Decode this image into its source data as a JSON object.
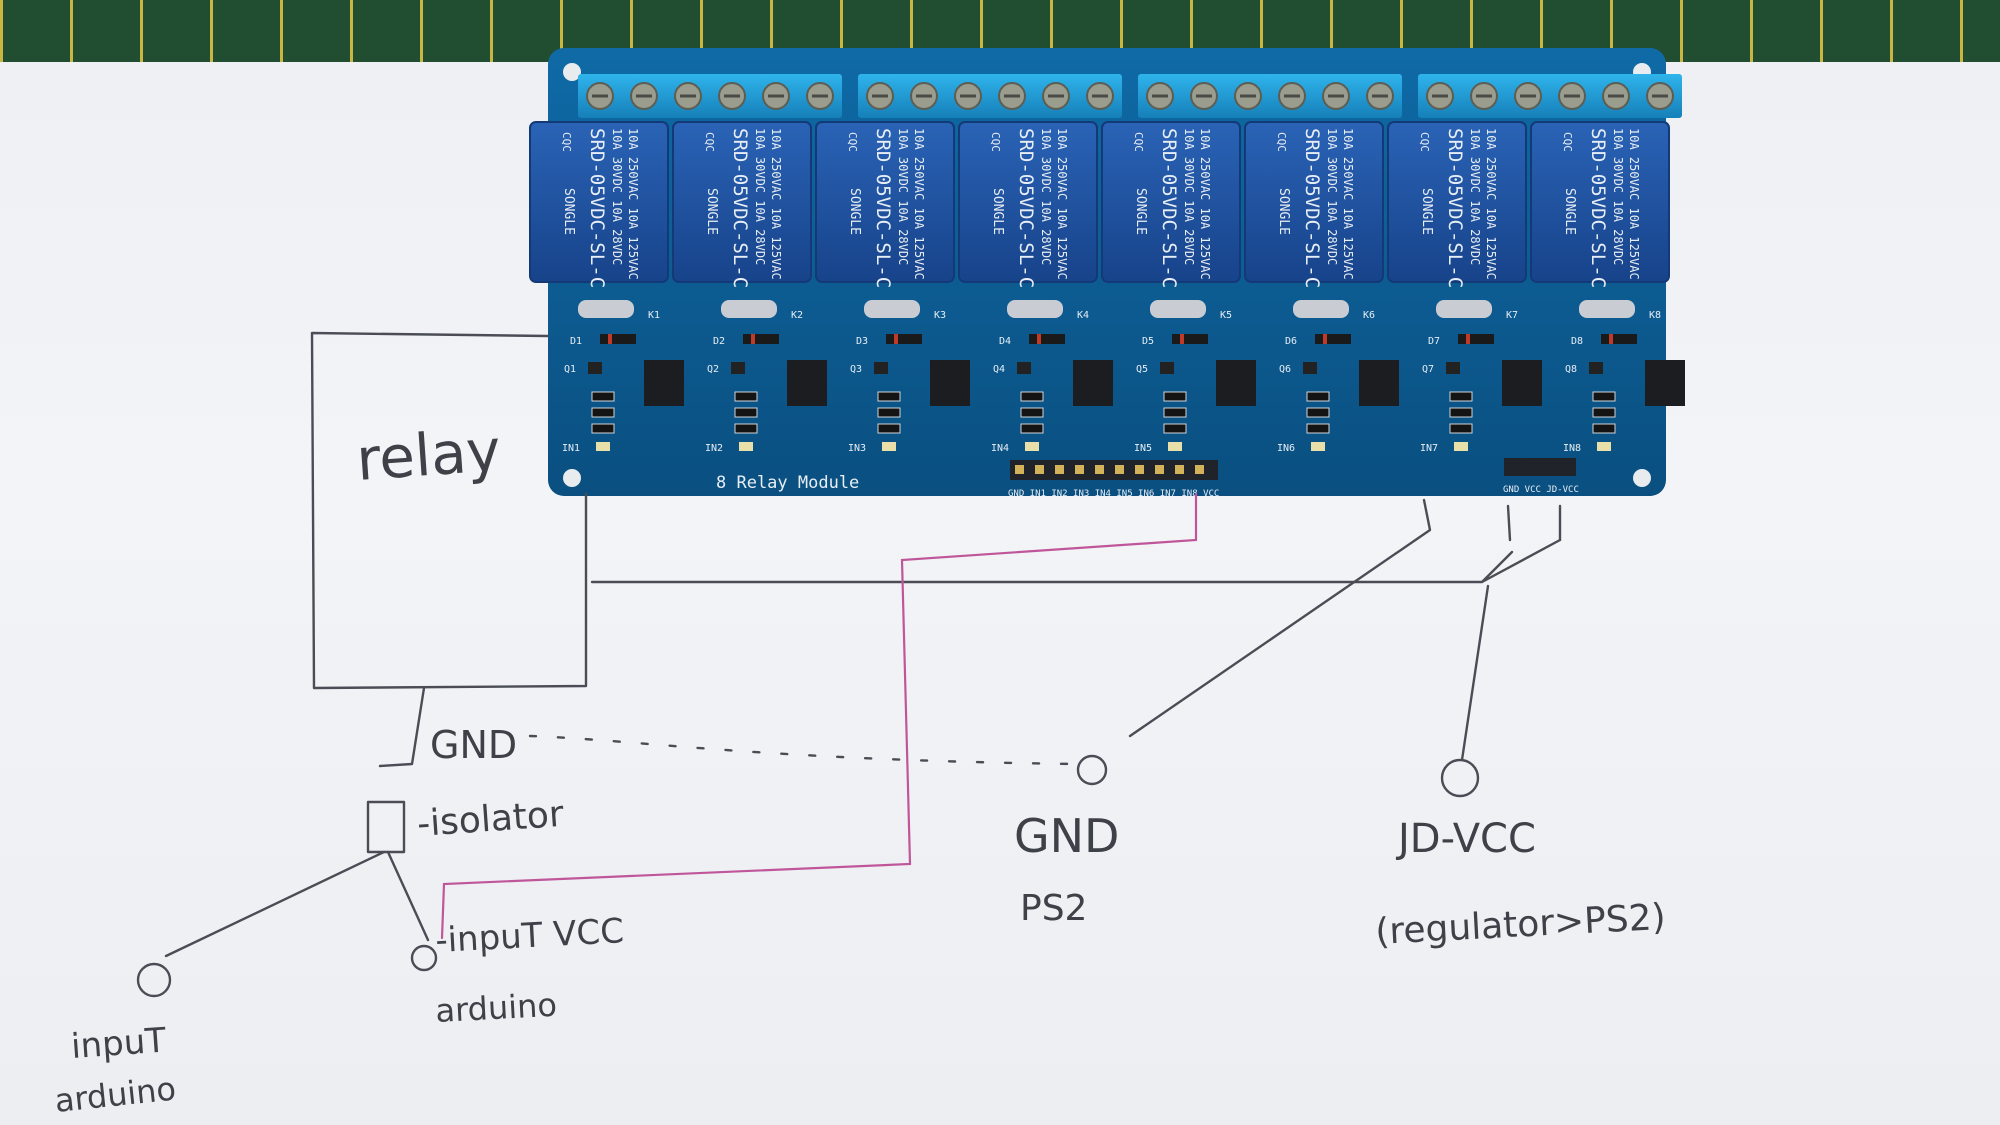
{
  "board": {
    "title": "8 Relay Module",
    "relay_model": "SRD-05VDC-SL-C",
    "relay_brand": "SONGLE",
    "relay_rating_lines": [
      "10A 250VAC 10A 125VAC",
      "10A 30VDC 10A 28VDC"
    ],
    "relay_cert": "CQC",
    "relay_labels": [
      "K1",
      "K2",
      "K3",
      "K4",
      "K5",
      "K6",
      "K7",
      "K8"
    ],
    "diode_labels": [
      "D1",
      "D2",
      "D3",
      "D4",
      "D5",
      "D6",
      "D7",
      "D8"
    ],
    "transistor_labels": [
      "Q1",
      "Q2",
      "Q3",
      "Q4",
      "Q5",
      "Q6",
      "Q7",
      "Q8"
    ],
    "led_labels": [
      "IN1",
      "IN2",
      "IN3",
      "IN4",
      "IN5",
      "IN6",
      "IN7",
      "IN8"
    ],
    "input_header_label": "GND IN1 IN2 IN3 IN4 IN5 IN6 IN7 IN8 VCC",
    "power_header_label": "GND VCC JD-VCC",
    "colors": {
      "pcb": "#0d5a8f",
      "relay_body": "#1d4f9c",
      "terminal": "#1f9bd6",
      "paper": "#f0f1f4",
      "pencil": "#4a4d55",
      "pink_wire": "#c0569a"
    }
  },
  "sketch": {
    "relay_box_label": "relay",
    "gnd_label": "GND",
    "isolator_label": "-isolator",
    "input_vcc_label_1": "-inpuT VCC",
    "input_vcc_label_2": "arduino",
    "input_label_1": "inpuT",
    "input_label_2": "arduino",
    "gnd_ps2_label_1": "GND",
    "gnd_ps2_label_2": "PS2",
    "jdvcc_label_1": "JD-VCC",
    "jdvcc_label_2": "(regulator>PS2)"
  }
}
